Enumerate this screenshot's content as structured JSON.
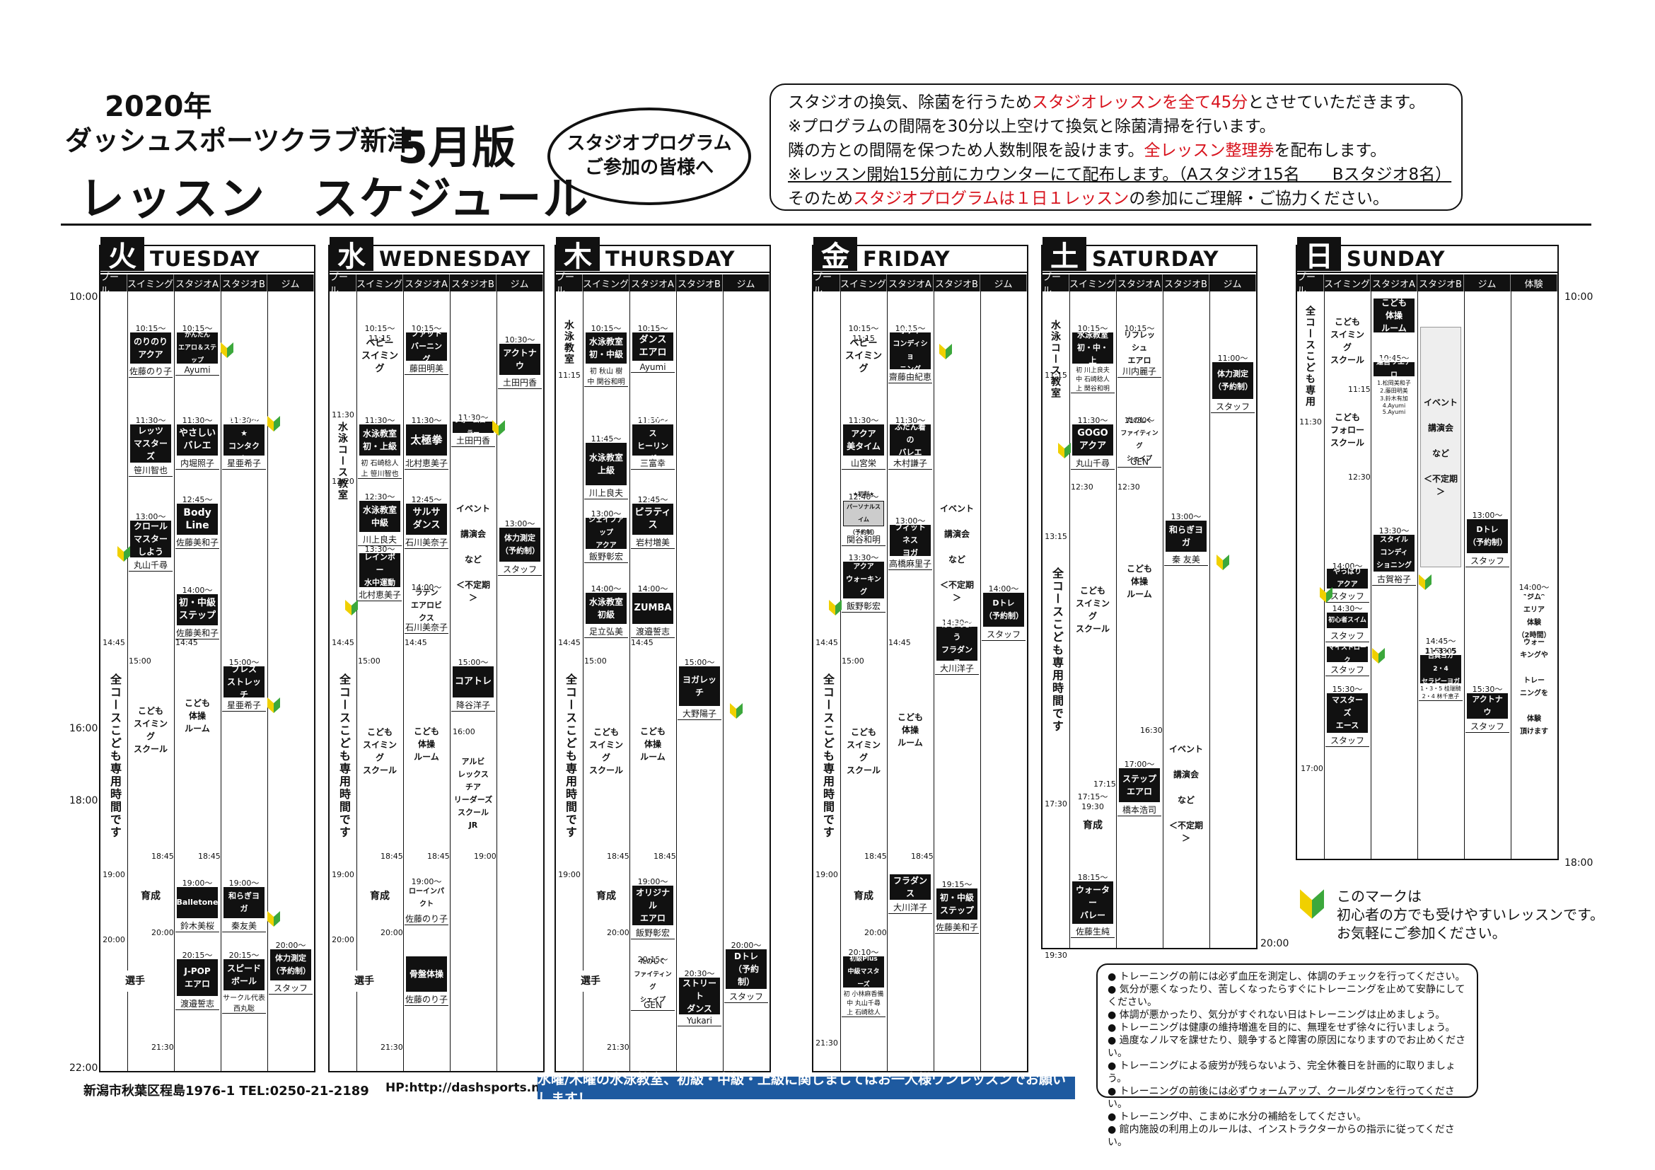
{
  "header": {
    "year": "2020年",
    "club": "ダッシュスポーツクラブ新津",
    "title": "レッスン　スケジュール",
    "edition": "5月版",
    "bubble_line1": "スタジオプログラム",
    "bubble_line2": "ご参加の皆様へ"
  },
  "notice": {
    "l1a": "スタジオの換気、除菌を行うため",
    "l1b": "スタジオレッスンを全て45分",
    "l1c": "とさせていただきます。",
    "l2": "※プログラムの間隔を30分以上空けて換気と除菌清掃を行います。",
    "l3a": "隣の方との間隔を保つため人数制限を設けます。",
    "l3b": "全レッスン整理券",
    "l3c": "を配布します。",
    "l4": "※レッスン開始15分前にカウンターにて配布します。（Aスタジオ15名　　Bスタジオ8名）",
    "l5a": "そのため",
    "l5b": "スタジオプログラムは１日１レッスン",
    "l5c": "の参加にご理解・ご協力ください。"
  },
  "columns": [
    "プール",
    "スイミング",
    "スタジオA",
    "スタジオB",
    "ジム"
  ],
  "sun_columns": [
    "プール",
    "スイミング",
    "スタジオA",
    "スタジオB",
    "ジム",
    "体験"
  ],
  "times": [
    "10:00",
    "16:00",
    "18:00",
    "22:00"
  ],
  "sun_times": [
    "10:00",
    "18:00"
  ],
  "days": [
    {
      "kanji": "火",
      "name": "TUESDAY"
    },
    {
      "kanji": "水",
      "name": "WEDNESDAY"
    },
    {
      "kanji": "木",
      "name": "THURSDAY"
    },
    {
      "kanji": "金",
      "name": "FRIDAY"
    },
    {
      "kanji": "土",
      "name": "SATURDAY"
    },
    {
      "kanji": "日",
      "name": "SUNDAY"
    }
  ],
  "tue": {
    "l1": "のりのり\nアクア",
    "l1t": "10:15～11:00",
    "l1i": "佐藤のり子",
    "l2": "かんたん\nエアロ＆ステップ",
    "l2t": "10:15～11:00",
    "l2i": "Ayumi",
    "l3": "レッツ\nマスターズ",
    "l3t": "11:30～12:30",
    "l3i": "笹川智也",
    "l4": "やさしい\nバレエ",
    "l4t": "11:30～12:15",
    "l4i": "内堀照子",
    "l5": "スタイル\n★\nコンタクト",
    "l5t": "11:30～12:15",
    "l5i": "星亜希子",
    "l6": "Body\nLine",
    "l6t": "12:45～13:30",
    "l6i": "佐藤美和子",
    "l7": "クロール\nマスター\nしよう",
    "l7t": "13:00～13:45",
    "l7i": "丸山千尋",
    "l8": "初・中級\nステップ",
    "l8t": "14:00～14:45",
    "l8i": "佐藤美和子",
    "l9": "ブレス\nストレッチ",
    "l9t": "15:00～15:45",
    "l9i": "星亜希子",
    "v1": "全コースこども専用時間です",
    "kids1": "こども\nスイミング\nスクール",
    "kids2": "こども\n体操\nルーム",
    "ik": "育成",
    "l10": "Balletone",
    "l10t": "19:00～19:45",
    "l10i": "鈴木美桜",
    "l11": "和らぎヨガ",
    "l11t": "19:00～19:45",
    "l11i": "秦友美",
    "sen": "選手",
    "l12": "J-POP\nエアロ",
    "l12t": "20:15～21:00",
    "l12i": "渡邉誓志",
    "l13": "スピード\nボール",
    "l13t": "20:15～21:00",
    "l13i": "サークル代表\n西丸聡",
    "l14": "体力測定\n（予約制）",
    "l14t": "20:00～21:00",
    "l14i": "スタッフ",
    "a1": "14:45",
    "a2": "15:00",
    "a3": "18:45",
    "a4": "19:00",
    "a5": "20:00",
    "a6": "21:30",
    "a7": "18:45",
    "a8": "14:45",
    "a9": "20:00"
  },
  "wed": {
    "l1": "ベビー\nスイミング",
    "l1t": "10:15～11:15",
    "l2": "ファット\nバーニング",
    "l2t": "10:15～11:00",
    "l2i": "藤田明美",
    "l3": "アクトナウ",
    "l3t": "10:30～11:15",
    "l3i": "土田円香",
    "v0": "水泳コース教室",
    "t0": "11:30",
    "t1": "12:20",
    "l4": "水泳教室\n初・上級",
    "l4t": "11:30～12:20",
    "l4i": "初 石崎稔人\n上 笹川智也",
    "l5": "太極拳",
    "l5t": "11:30～12:15",
    "l5i": "北村恵美子",
    "l6": "フォームローラー",
    "l6t": "11:30～12:00",
    "l6i": "土田円香",
    "l7": "水泳教室\n中級",
    "l7t": "12:30～13:20",
    "l7i": "川上良夫",
    "l8": "サルサ\nダンス",
    "l8t": "12:45～13:30",
    "l8i": "石川美奈子",
    "ev": "イベント\n\n講演会\n\nなど\n\n＜不定期＞",
    "l9": "体力測定\n（予約制）",
    "l9t": "13:00～14:00",
    "l9i": "スタッフ",
    "l10": "レインボー\n水中運動",
    "l10t": "13:30～14:30",
    "l10i": "北村恵美子",
    "l11": "ラテン\nエアロビクス",
    "l11t": "14:00～14:45",
    "l11i": "石川美奈子",
    "l12": "コアトレ",
    "l12t": "15:00～15:45",
    "l12i": "降谷洋子",
    "t2": "16:00",
    "l13": "アルビ\nレックス\nチア\nリーダーズ\nスクール\nJR",
    "t3": "19:00",
    "kids1": "こども\nスイミング\nスクール",
    "kids2": "こども\n体操\nルーム",
    "v1": "全コースこども専用時間です",
    "ik": "育成",
    "l14": "ローインパクト",
    "l14t": "19:00～19:45",
    "l14i": "佐藤のり子",
    "sen": "選手",
    "l15": "骨盤体操",
    "l15i": "佐藤のり子",
    "a1": "14:45",
    "a2": "15:00",
    "a3": "18:45",
    "a4": "19:00",
    "a5": "20:00",
    "a6": "21:30",
    "a7": "18:45",
    "a8": "14:45",
    "a9": "20:00"
  },
  "thu": {
    "v0": "水泳教室",
    "t0": "11:15",
    "l1": "水泳教室\n初・中級",
    "l1t": "10:15～11:15",
    "l1i": "初 秋山 樹\n中 関谷和明",
    "l2": "ダンス\nエアロ",
    "l2t": "10:15～11:00",
    "l2i": "Ayumi",
    "l3": "水泳教室\n上級",
    "l3t": "11:45～12:45",
    "l3i": "川上良夫",
    "l4": "ベルヴィス\nヒーリング",
    "l4t": "11:30～12:15",
    "l4i": "三富幸",
    "l5": "シェイプアップ\nアクア",
    "l5t": "13:00～13:45",
    "l5i": "飯野彰宏",
    "l6": "ピラティス",
    "l6t": "12:45～13:30",
    "l6i": "岩村増美",
    "l7": "水泳教室\n初級",
    "l7t": "14:00～14:45",
    "l7i": "足立弘美",
    "l8": "ZUMBA",
    "l8t": "14:00～14:45",
    "l8i": "渡邉誓志",
    "l9": "ヨガレッチ",
    "l9t": "15:00～15:45",
    "l9i": "大野陽子",
    "kids1": "こども\nスイミング\nスクール",
    "kids2": "こども\n体操\nルーム",
    "v1": "全コースこども専用時間です",
    "ik": "育成",
    "l10": "オリジナル\nエアロ",
    "l10t": "19:00～19:45",
    "l10i": "飯野彰宏",
    "sen": "選手",
    "l11": "たのしく\nファイティング\nシェイプ",
    "l11t": "20:15～21:00",
    "l11i": "GEN",
    "l12": "ストリート\nダンス",
    "l12t": "20:30～21:15",
    "l12i": "Yukari",
    "l13": "Dトレ\n（予約制）",
    "l13t": "20:00～21:00",
    "l13i": "スタッフ",
    "a1": "14:45",
    "a2": "15:00",
    "a3": "18:45",
    "a4": "19:00",
    "a5": "20:00",
    "a6": "21:30",
    "a7": "18:45",
    "a8": "14:45"
  },
  "fri": {
    "l1": "ベビー\nスイミング",
    "l1t": "10:15～11:15",
    "l2": "ボディ\nコンディショ\nニング",
    "l2t": "10:15～11:00",
    "l2i": "齋藤由紀恵",
    "l3": "アクア\n美タイム",
    "l3t": "11:30～12:15",
    "l3i": "山宮栄",
    "l4": "ふだん着の\nバレエ",
    "l4t": "11:30～12:15",
    "l4i": "木村謙子",
    "l5": "★初利★\nパーソナルスイム\n（予約制）",
    "l5t": "12:40～13:25",
    "l5i": "関谷和明",
    "l6": "フィットネス\nヨガ",
    "l6t": "13:00～13:45",
    "l6i": "高橋麻里子",
    "ev": "イベント\n\n講演会\n\nなど\n\n＜不定期＞",
    "l7": "アクア\nウォーキング",
    "l7t": "13:30～14:30",
    "l7i": "飯野彰宏",
    "l8": "Dトレ\n（予約制）",
    "l8t": "14:00～15:00",
    "l8i": "スタッフ",
    "l9": "はじめよう\nフラダンス",
    "l9t": "14:30～15:15",
    "l9i": "大川洋子",
    "kids1": "こども\nスイミング\nスクール",
    "kids2": "こども\n体操\nルーム",
    "v1": "全コースこども専用時間です",
    "ik": "育成",
    "l10": "フラダンス",
    "l10i": "大川洋子",
    "l11": "初・中級\nステップ",
    "l11t": "19:15～20:00",
    "l11i": "佐藤美和子",
    "l12": "初級Plus\n中級マスターズ",
    "l12t": "20:10～21:00",
    "l12i": "初 小林麻香備\n中 丸山千尋\n上 石崎稔人",
    "a1": "14:45",
    "a2": "15:00",
    "a3": "18:45",
    "a4": "19:00",
    "a5": "20:00",
    "a6": "21:30",
    "a7": "18:45",
    "a8": "14:45"
  },
  "sat": {
    "v0": "水泳コース教室",
    "t0": "11:15",
    "l1": "水泳教室\n初・中・上",
    "l1t": "10:15～11:15",
    "l1i": "初 川上良夫\n中 石崎稔人\n上 関谷和明",
    "l2": "リフレッシュ\nエアロ",
    "l2t": "10:15～11:00",
    "l2i": "川内麗子",
    "l3": "体力測定\n（予約制）",
    "l3t": "11:00～12:00",
    "l3i": "スタッフ",
    "l4": "GOGO\nアクア",
    "l4t": "11:30～12:15",
    "l4i": "丸山千尋",
    "l5": "たのしく\nファイティング\nシェイプ",
    "l5t": "11:30～12:15",
    "l5i": "GEN",
    "t1": "12:30",
    "t2": "12:30",
    "l6": "和らぎヨガ",
    "l6t": "13:00～13:45",
    "l6i": "秦 友美",
    "t3": "13:15",
    "kids1": "こども\nスイミング\nスクール",
    "kids2": "こども\n体操\nルーム",
    "v1": "全コースこども専用時間です",
    "t4": "16:30",
    "ev": "イベント\n\n講演会\n\nなど\n\n＜不定期＞",
    "t5": "17:15",
    "t6": "17:30",
    "ik": "育成",
    "l7": "ステップ\nエアロ",
    "l7t": "17:00～17:45",
    "l7i": "橋本浩司",
    "l8": "ウォーター\nバレー",
    "l8t": "18:15～19:15",
    "l8i": "佐藤生純",
    "t7": "19:30",
    "t8": "20:00",
    "t9": "17:15～19:30"
  },
  "sun": {
    "v0": "全コースこども専用",
    "t0": "11:30",
    "kids1": "こども\nスイミング\nスクール",
    "kids2": "こども\n体操\nルーム",
    "t1": "11:15",
    "kids3": "こども\nフォロー\nスクール",
    "t2": "12:30",
    "l1": "運営リエアロ",
    "l1t": "10:45～11:30",
    "l1i": "1.松岡美和子\n2.藤田明美\n3.鈴木有加\n4.Ayumi\n5.Ayumi",
    "ev": "イベント\n\n講演会\n\nなど\n\n＜不定期＞",
    "l2": "Dトレ\n（予約制）",
    "l2t": "13:00～14:00",
    "l2i": "スタッフ",
    "l3": "スタイル\nコンディ\nショニング",
    "l3t": "13:30～14:15",
    "l3i": "古賀裕子",
    "l4": "やっぱり\nアクア",
    "l4t": "14:00～14:45",
    "l4i": "スタッフ",
    "l5": "初心者スイム",
    "l5t": "14:30～15:00",
    "l5i": "スタッフ",
    "l6": "マイストローク",
    "l6i": "スタッフ",
    "l7": "ジム\nエリア\n体験\n（2時間）",
    "l7t": "14:00～18:00",
    "l8": "古典ヨガ\n2・4\nセラピーヨガ",
    "l8t": "14:45～15:30",
    "l8h": "1・3・5",
    "l8i": "1・3・5 桂瑞騎\n2・4 林千恵子",
    "l9": "ウォー\nキングや\n\nトレー\nニングを\n\n体験\n頂けます",
    "l10": "アクトナウ",
    "l10t": "15:30～16:15",
    "l10i": "スタッフ",
    "l11": "マスターズ\nエース",
    "l11t": "15:30～16:30",
    "l11i": "スタッフ",
    "t3": "17:00",
    "t4": "18:00"
  },
  "mark": {
    "l1": "このマークは",
    "l2": "初心者の方でも受けやすいレッスンです。",
    "l3": "お気軽にご参加ください。"
  },
  "rules": [
    "● トレーニングの前には必ず血圧を測定し、体調のチェックを行ってください。",
    "● 気分が悪くなったり、苦しくなったらすぐにトレーニングを止めて安静にしてください。",
    "● 体調が悪かったり、気分がすぐれない日はトレーニングは止めましょう。",
    "● トレーニングは健康の維持増進を目的に、無理をせず徐々に行いましょう。",
    "● 過度なノルマを課せたり、競争すると障害の原因になりますのでお止めください。",
    "● トレーニングによる疲労が残らないよう、完全休養日を計画的に取りましょう。",
    "● トレーニングの前後には必ずウォームアップ、クールダウンを行ってください。",
    "● トレーニング中、こまめに水分の補給をしてください。",
    "● 館内施設の利用上のルールは、インストラクターからの指示に従ってください。"
  ],
  "footer": {
    "address": "新潟市秋葉区程島1976-1  TEL:0250-21-2189",
    "hp": "HP:http://dashsports.net",
    "banner": "水曜/木曜の水泳教室、初級・中級・上級に関しましてはお一人様ワンレッスンでお願いします！"
  },
  "colors": {
    "accent_red": "#d8141e",
    "banner_blue": "#1e5aa0",
    "leaf_green": "#3ca83c",
    "leaf_yellow": "#f0d000"
  }
}
